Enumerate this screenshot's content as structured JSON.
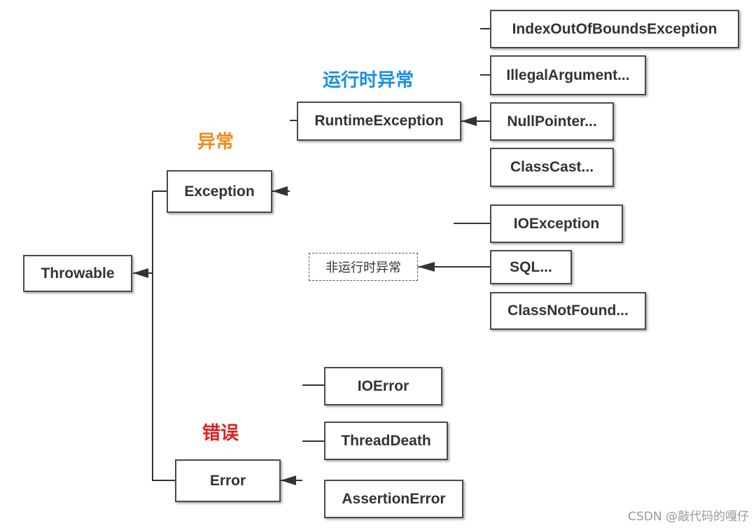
{
  "labels": {
    "runtime": "运行时异常",
    "exception": "异常",
    "error": "错误"
  },
  "colors": {
    "runtime_label": "#1a8fe6",
    "exception_label": "#f08a1d",
    "error_label": "#e02020",
    "node_border": "#4a4a4a",
    "connector": "#333333"
  },
  "nodes": {
    "throwable": "Throwable",
    "exception": "Exception",
    "error": "Error",
    "runtime_exception": "RuntimeException",
    "non_runtime": "非运行时异常",
    "index_out_of_bounds": "IndexOutOfBoundsException",
    "illegal_argument": "IllegalArgument...",
    "null_pointer": "NullPointer...",
    "class_cast": "ClassCast...",
    "io_exception": "IOException",
    "sql": "SQL...",
    "class_not_found": "ClassNotFound...",
    "io_error": "IOError",
    "thread_death": "ThreadDeath",
    "assertion_error": "AssertionError"
  },
  "watermark": "CSDN @敲代码的嘎仔"
}
